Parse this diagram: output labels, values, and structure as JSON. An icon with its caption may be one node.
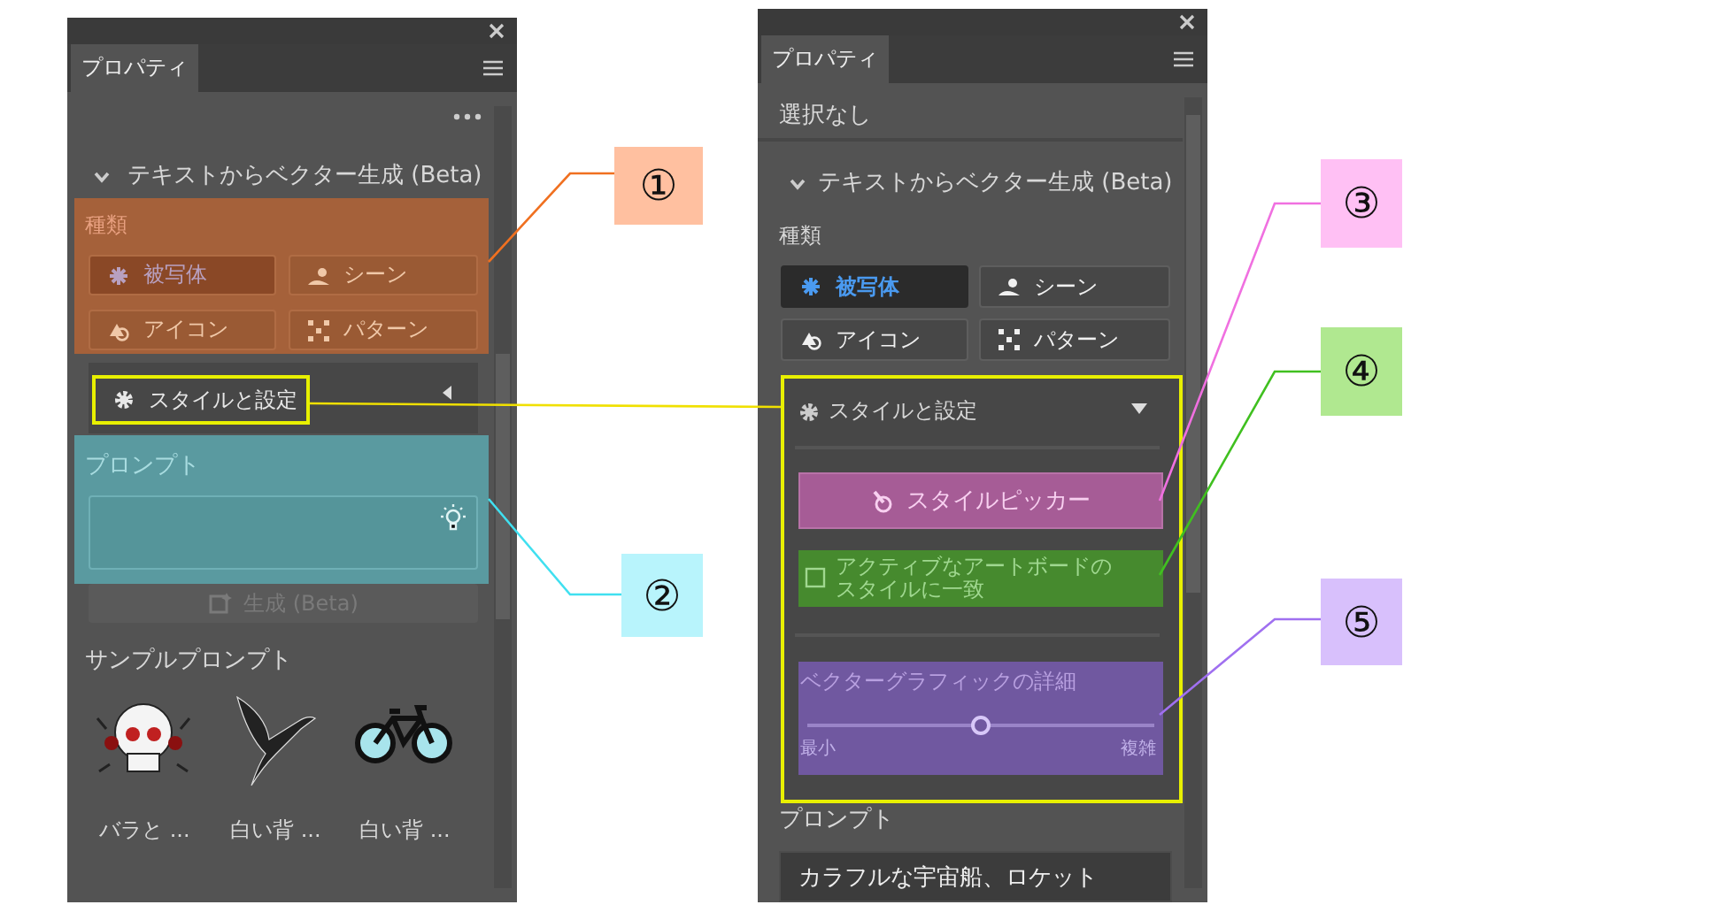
{
  "diagram": {
    "nodes": [
      {
        "text": [
          "プロパティ",
          "テキストからベクター生成 (Beta)",
          "サンプルプロンプト"
        ]
      },
      {
        "text": [
          "種類"
        ],
        "in": 0
      },
      {
        "text": [
          "被写体"
        ],
        "in": 1
      },
      {
        "text": [
          "シーン"
        ],
        "in": 1
      },
      {
        "text": [
          "アイコン"
        ],
        "in": 1
      },
      {
        "text": [
          "パターン"
        ],
        "in": 1
      },
      {
        "text": [
          "スタイルと設定"
        ],
        "in": 0
      },
      {
        "text": [
          "プロンプト"
        ],
        "in": 0
      },
      {
        "text": [],
        "shape": "box",
        "in": 7
      },
      {
        "text": [
          "生成 (Beta)"
        ],
        "in": 0
      },
      {
        "text": [
          "バラと ..."
        ],
        "in": 0
      },
      {
        "text": [
          "白い背 ..."
        ],
        "in": 0
      },
      {
        "text": [
          "白い背 ..."
        ],
        "in": 0
      },
      {
        "text": [
          "①"
        ]
      },
      {
        "text": [
          "②"
        ]
      },
      {
        "text": [
          "プロパティ",
          "選択なし",
          "テキストからベクター生成 (Beta)",
          "種類",
          "プロンプト"
        ]
      },
      {
        "text": [
          "被写体"
        ],
        "in": 15
      },
      {
        "text": [
          "シーン"
        ],
        "in": 15
      },
      {
        "text": [
          "アイコン"
        ],
        "in": 15
      },
      {
        "text": [
          "パターン"
        ],
        "in": 15
      },
      {
        "text": [
          "スタイルと設定"
        ],
        "in": 15
      },
      {
        "text": [
          "スタイルピッカー"
        ],
        "in": 20
      },
      {
        "text": [
          "アクティブなアートボードのスタイルに一致"
        ],
        "in": 20
      },
      {
        "text": [
          "ベクターグラフィックの詳細",
          "最小",
          "複雑"
        ],
        "in": 20
      },
      {
        "text": [
          "カラフルな宇宙船、ロケット"
        ],
        "in": 15
      },
      {
        "text": [
          "③"
        ]
      },
      {
        "text": [
          "④"
        ]
      },
      {
        "text": [
          "⑤"
        ]
      }
    ],
    "edges": [
      {
        "from": 13,
        "to": 1,
        "arrow": "none",
        "color": "#f07020"
      },
      {
        "from": 14,
        "to": 7,
        "arrow": "none",
        "color": "#40e0f0"
      },
      {
        "from": 6,
        "to": 20,
        "arrow": "none",
        "color": "#f0e000"
      },
      {
        "from": 25,
        "to": 21,
        "arrow": "none",
        "color": "#f070e0"
      },
      {
        "from": 26,
        "to": 22,
        "arrow": "none",
        "color": "#40c020"
      },
      {
        "from": 27,
        "to": 23,
        "arrow": "none",
        "color": "#a070f0"
      }
    ]
  }
}
